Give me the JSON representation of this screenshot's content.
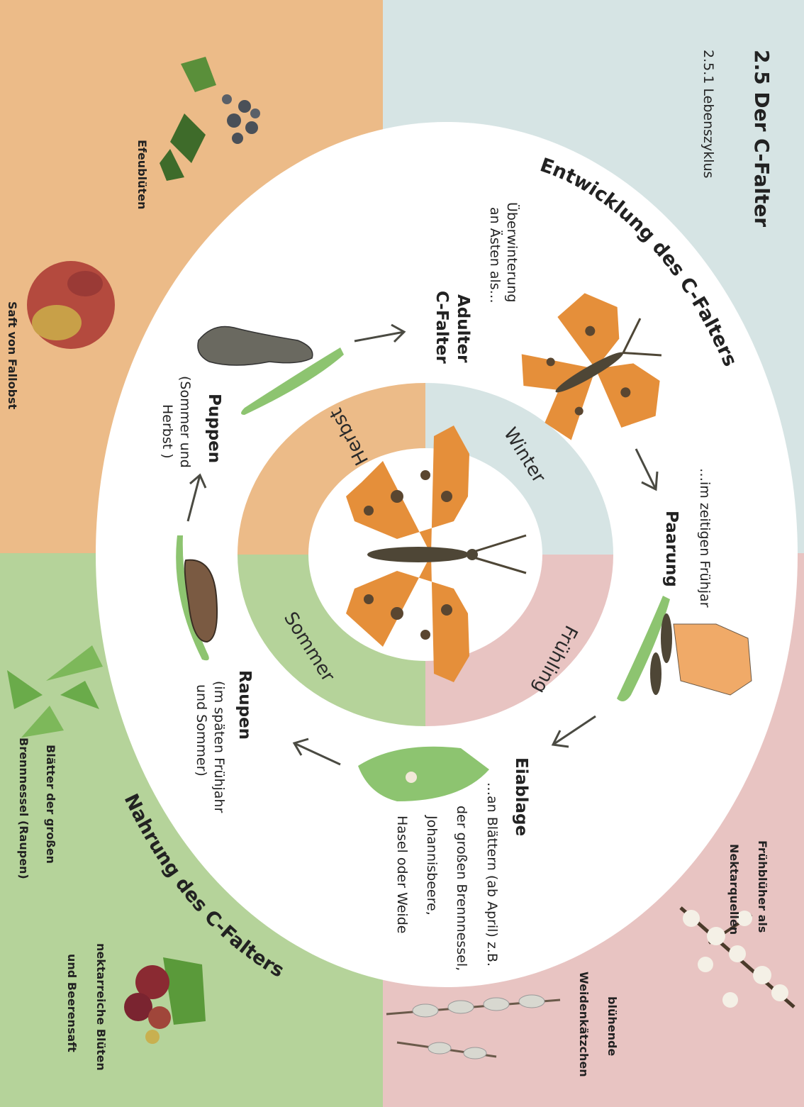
{
  "heading": {
    "title": "2.5 Der C-Falter",
    "subtitle": "2.5.1 Lebenszyklus"
  },
  "arcs": {
    "development": "Entwicklung des C-Falters",
    "food": "Nahrung des C-Falters"
  },
  "seasons": {
    "winter": "Winter",
    "spring": "Frühling",
    "summer": "Sommer",
    "autumn": "Herbst"
  },
  "stages": {
    "adult": {
      "pre_line1": "Überwinterung",
      "pre_line2": "an Ästen als…",
      "title_line1": "Adulter",
      "title_line2": "C-Falter"
    },
    "mating": {
      "pre": "…im zeitigen Frühjar",
      "title": "Paarung"
    },
    "egg": {
      "title": "Eiablage",
      "line1": "…an Blättern (ab April) z.B.",
      "line2": "der großen Brennnessel,",
      "line3": "Johannisbeere,",
      "line4": "Hasel oder Weide"
    },
    "caterpillar": {
      "title": "Raupen",
      "line1": "(im späten Frühjahr",
      "line2": "und Sommer)"
    },
    "pupa": {
      "title": "Puppen",
      "line1": "(Sommer und",
      "line2": "Herbst )"
    }
  },
  "food": {
    "ivy": "Efeublüten",
    "fruit": "Saft von Fallobst",
    "nettle_line1": "Blätter der großen",
    "nettle_line2": "Brennnessel (Raupen)",
    "berries_line1": "nektarreiche Blüten",
    "berries_line2": "und Beerensaft",
    "willow_line1": "blühende",
    "willow_line2": "Weidenkätzchen",
    "blossom_line1": "Frühblüher als",
    "blossom_line2": "Nektarquellen"
  },
  "colors": {
    "winter": "#d6e4e4",
    "spring": "#e8c4c2",
    "summer": "#b5d39a",
    "autumn": "#ecbb88",
    "butterfly": "#e58f3a",
    "leaf": "#8dc470",
    "arrow": "#4a4a42"
  }
}
